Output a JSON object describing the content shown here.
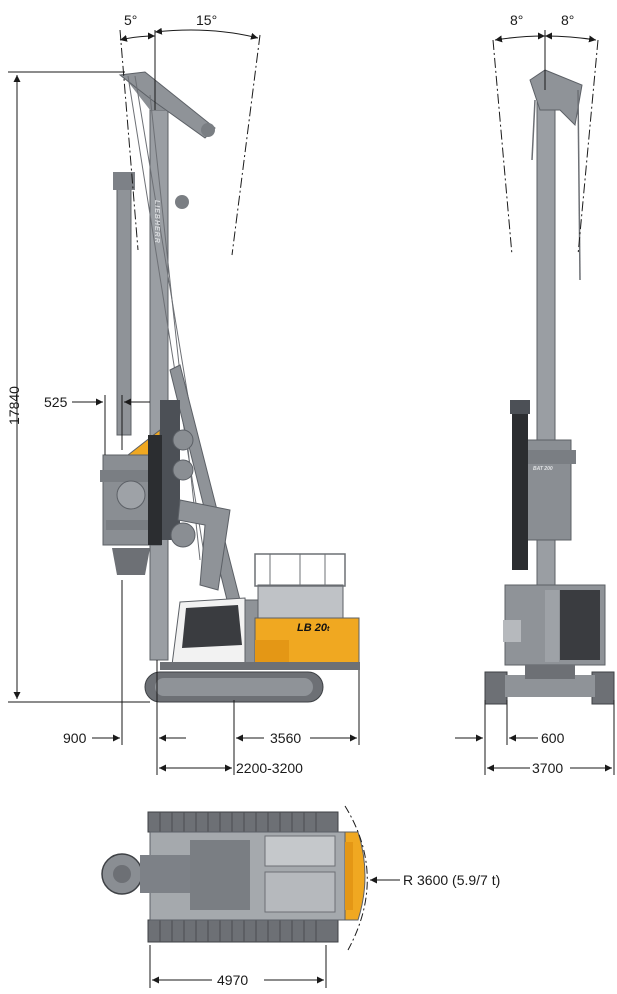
{
  "dimensions": {
    "left_tilt_angle": "5°",
    "forward_tilt_angle": "15°",
    "side_tilt_left": "8°",
    "side_tilt_right": "8°",
    "height": "17840",
    "mast_offset": "525",
    "rear_overhang": "900",
    "rear_length": "3560",
    "stroke_range": "2200-3200",
    "track_gauge_inner": "600",
    "track_width": "3700",
    "track_length": "4970",
    "tail_radius": "R 3600 (5.9/7 t)"
  },
  "machine": {
    "model_badge": "LB 20",
    "model_suffix": "t",
    "mast_logo": "LIEBHERR",
    "rotary_badge": "BAT 200"
  },
  "colors": {
    "machine_grey": "#8f9398",
    "dark_grey": "#5c6066",
    "track_grey": "#6d7075",
    "accent_yellow": "#f0a821",
    "line": "#1a1a1a"
  }
}
